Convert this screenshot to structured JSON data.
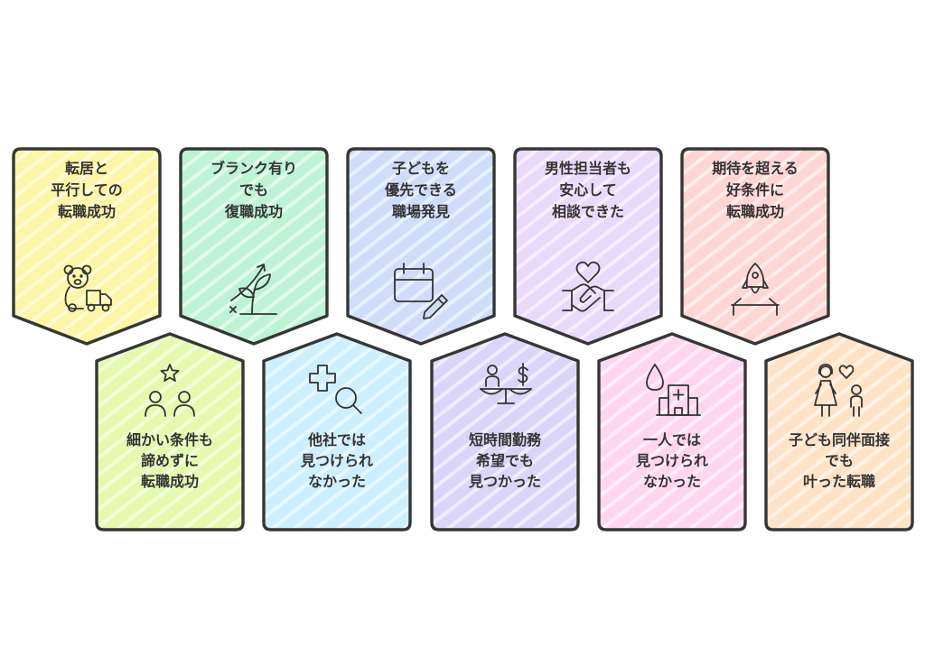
{
  "outline_color": "#363636",
  "text_color": "#333333",
  "cards": [
    {
      "lines": [
        "転居と",
        "平行しての",
        "転職成功"
      ],
      "color": "#FFF5A6",
      "icon": "teddy-bear-truck-icon"
    },
    {
      "lines": [
        "ブランク有り",
        "でも",
        "復職成功"
      ],
      "color": "#BDF4D3",
      "icon": "growing-plant-icon"
    },
    {
      "lines": [
        "子どもを",
        "優先できる",
        "職場発見"
      ],
      "color": "#CFDDFB",
      "icon": "calendar-pencil-icon"
    },
    {
      "lines": [
        "男性担当者も",
        "安心して",
        "相談できた"
      ],
      "color": "#E9D9FB",
      "icon": "heart-handshake-icon"
    },
    {
      "lines": [
        "期待を超える",
        "好条件に",
        "転職成功"
      ],
      "color": "#FFD6D2",
      "icon": "rocket-launch-icon"
    },
    {
      "lines": [
        "細かい条件も",
        "諦めずに",
        "転職成功"
      ],
      "color": "#E4FAAE",
      "icon": "star-people-icon"
    },
    {
      "lines": [
        "他社では",
        "見つけられ",
        "なかった"
      ],
      "color": "#CDEFFF",
      "icon": "plus-magnifier-icon"
    },
    {
      "lines": [
        "短時間勤務",
        "希望でも",
        "見つかった"
      ],
      "color": "#DBD5FA",
      "icon": "balance-scale-dollar-icon"
    },
    {
      "lines": [
        "一人では",
        "見つけられ",
        "なかった"
      ],
      "color": "#FFD6EF",
      "icon": "drop-hospital-icon"
    },
    {
      "lines": [
        "子ども同伴面接",
        "でも",
        "叶った転職"
      ],
      "color": "#FFE3C6",
      "icon": "mother-child-heart-icon"
    }
  ]
}
